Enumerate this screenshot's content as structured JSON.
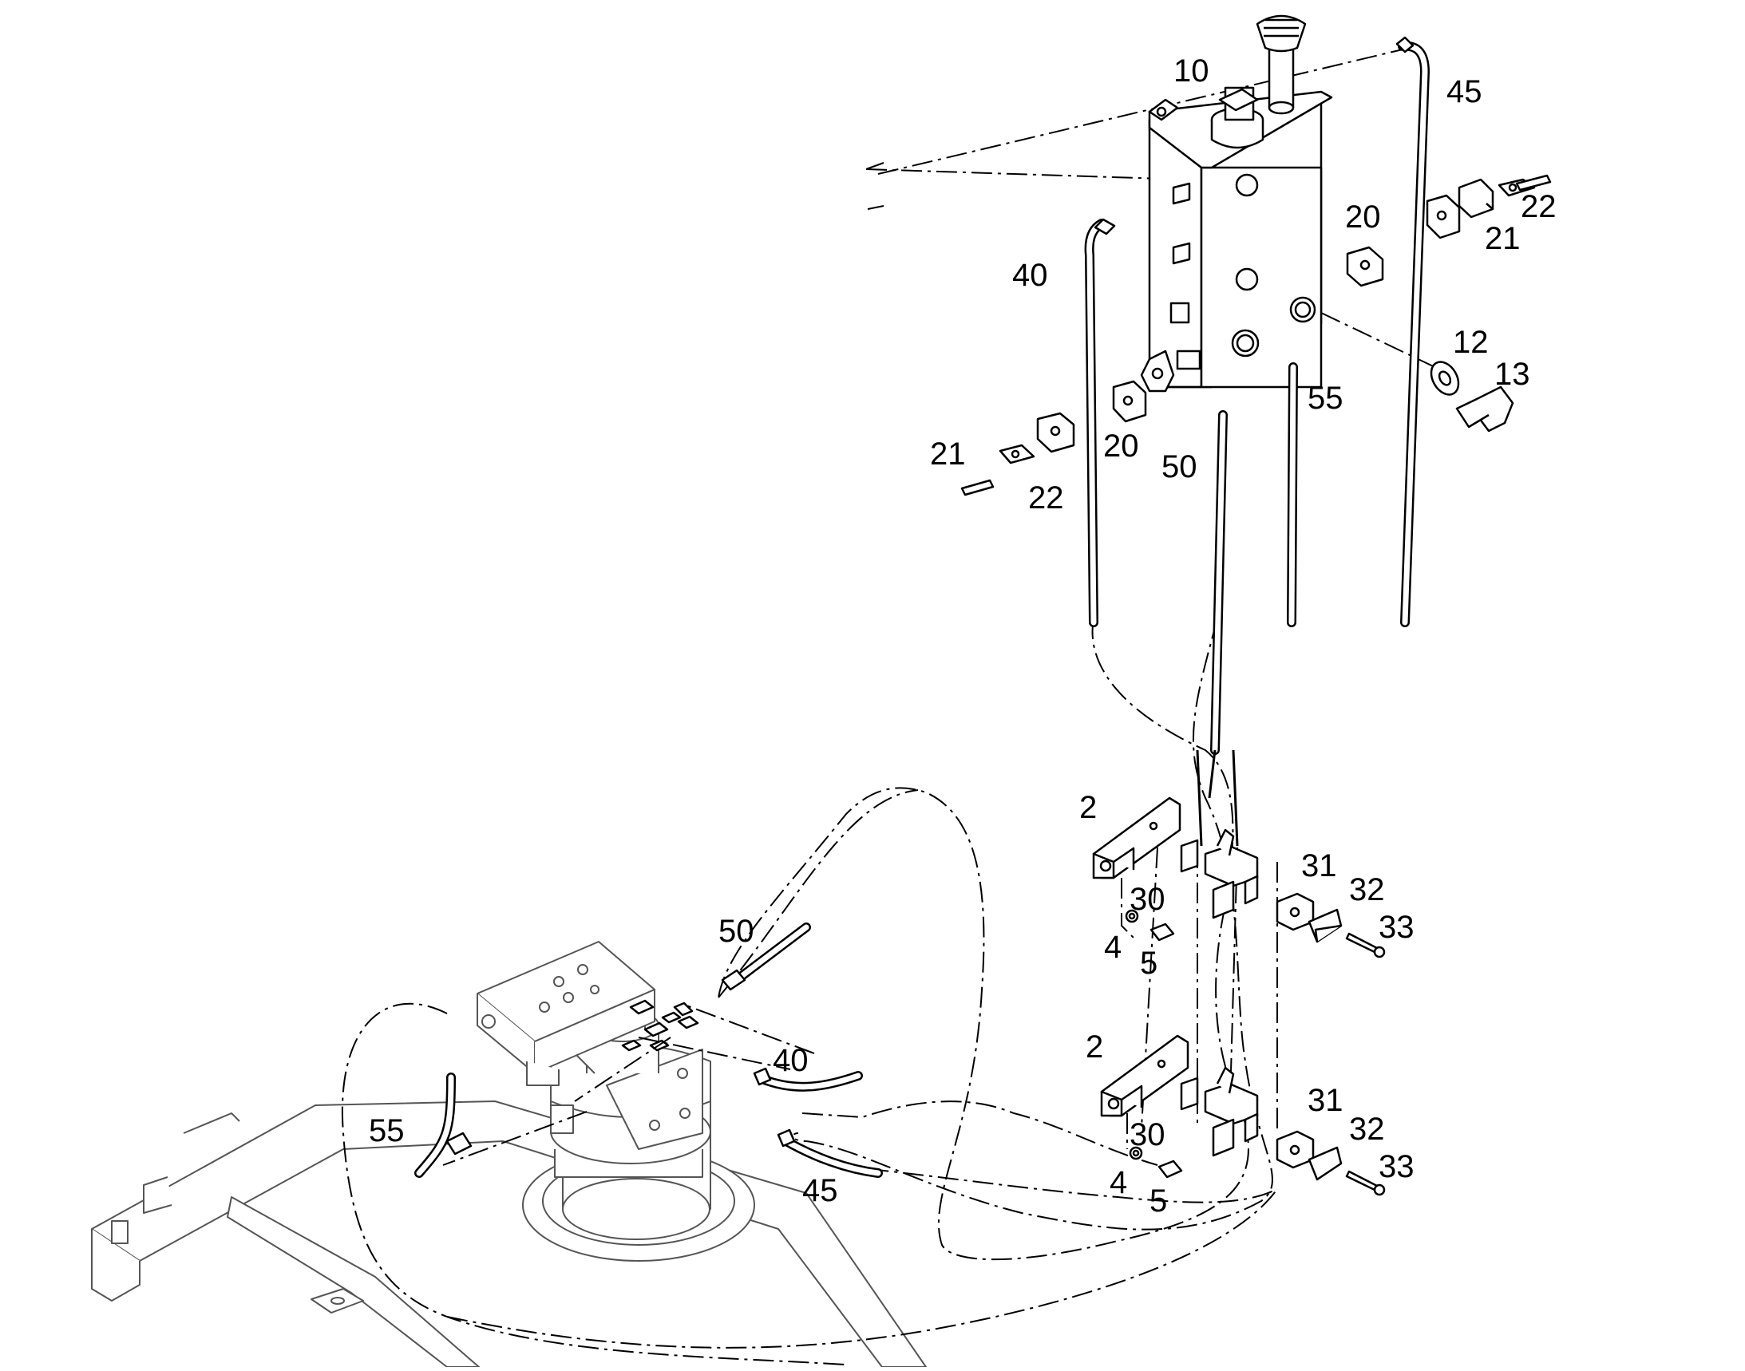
{
  "callouts": {
    "c10": "10",
    "c45a": "45",
    "c20a": "20",
    "c21a": "21",
    "c22a": "22",
    "c40a": "40",
    "c12": "12",
    "c13": "13",
    "c55a": "55",
    "c20b": "20",
    "c50a": "50",
    "c21b": "21",
    "c22b": "22",
    "c2a": "2",
    "c30a": "30",
    "c31a": "31",
    "c32a": "32",
    "c33a": "33",
    "c4a": "4",
    "c5a": "5",
    "c2b": "2",
    "c30b": "30",
    "c31b": "31",
    "c32b": "32",
    "c33b": "33",
    "c4b": "4",
    "c5b": "5",
    "c50b": "50",
    "c40b": "40",
    "c45b": "45",
    "c55b": "55"
  }
}
